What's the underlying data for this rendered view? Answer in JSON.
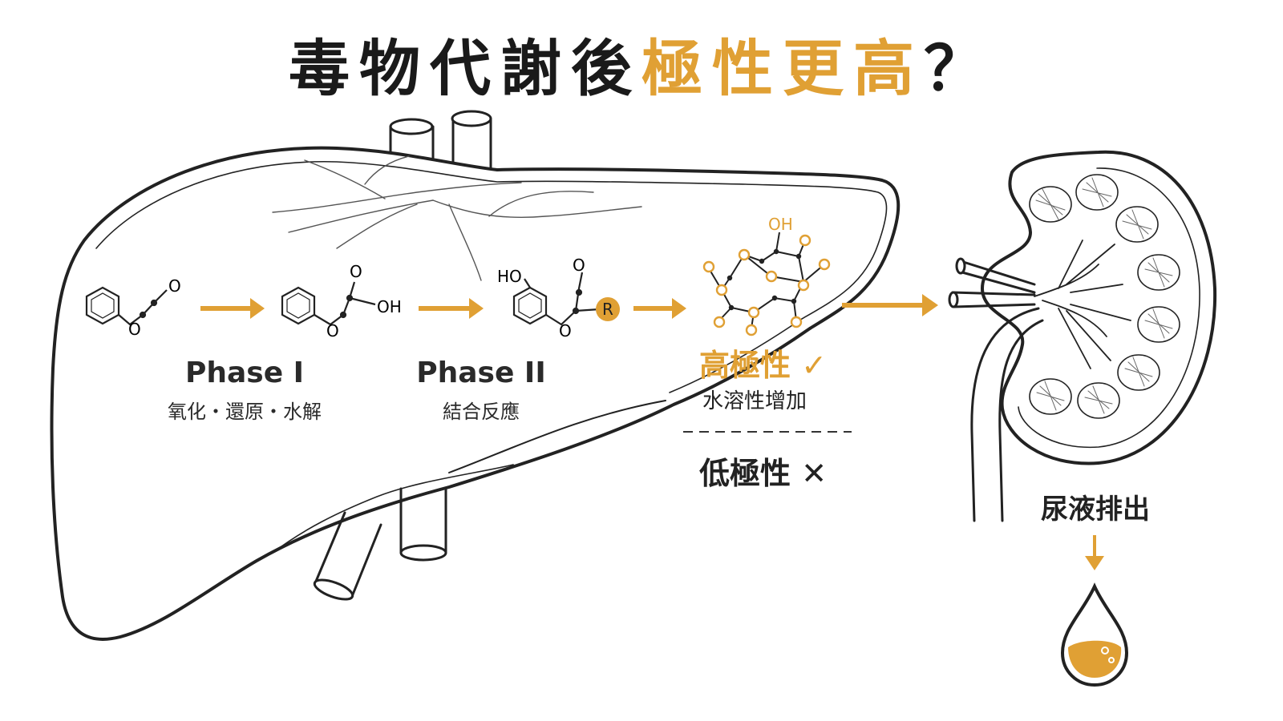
{
  "title": {
    "part1": "毒物代謝後",
    "part2": "極性更高",
    "part3": "？"
  },
  "phase1": {
    "name": "Phase I",
    "desc": "氧化・還原・水解"
  },
  "phase2": {
    "name": "Phase II",
    "desc": "結合反應"
  },
  "result": {
    "high_label": "高極性",
    "high_mark": "✓",
    "high_desc": "水溶性增加",
    "low_label": "低極性",
    "low_mark": "✕"
  },
  "excretion": {
    "label": "尿液排出"
  },
  "molecules": {
    "atom_o": "O",
    "oh": "OH",
    "ho": "HO",
    "r": "R"
  },
  "colors": {
    "accent": "#e0a034",
    "ink": "#1a1a1a",
    "line": "#222222",
    "background": "#ffffff"
  },
  "icons": [
    "liver-outline",
    "kidney-outline",
    "arrow-right",
    "arrow-down",
    "urine-droplet"
  ]
}
